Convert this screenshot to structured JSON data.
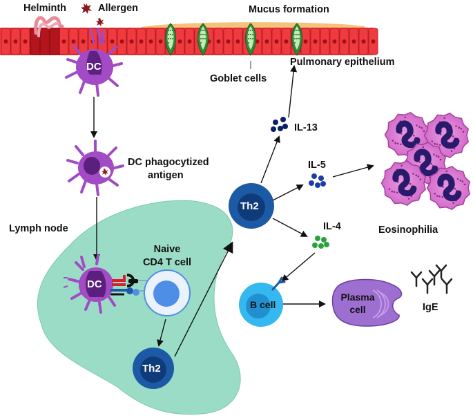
{
  "title": "",
  "labels": {
    "helminth": "Helminth",
    "allergen": "Allergen",
    "mucus_formation": "Mucus formation",
    "pulmonary_epithelium": "Pulmonary epithelium",
    "goblet_cells": "Goblet cells",
    "dc_top": "DC",
    "dc_phago_line1": "DC phagocytized",
    "dc_phago_line2": "antigen",
    "lymph_node": "Lymph node",
    "naive_line1": "Naive",
    "naive_line2": "CD4 T cell",
    "dc_lymph": "DC",
    "th2_lymph": "Th2",
    "th2_main": "Th2",
    "il13": "IL-13",
    "il5": "IL-5",
    "il4": "IL-4",
    "b_cell": "B cell",
    "plasma_line1": "Plasma",
    "plasma_line2": "cell",
    "ige": "IgE",
    "eosinophilia": "Eosinophilia"
  },
  "colors": {
    "epithelium": "#ef3b3f",
    "mucus": "#f5c27a",
    "goblet": "#2e8b34",
    "dc": "#a24bc4",
    "lymph_node": "#9bdcc6",
    "th2": "#1c5aa6",
    "naive_t": "#4f8ee6",
    "b_cell": "#35b8ef",
    "plasma": "#9d6fd0",
    "eosinophil": "#d877cf",
    "il13_dots": "#0b1f66",
    "il5_dots": "#1b3fa6",
    "il4_dots": "#2aa23a"
  }
}
